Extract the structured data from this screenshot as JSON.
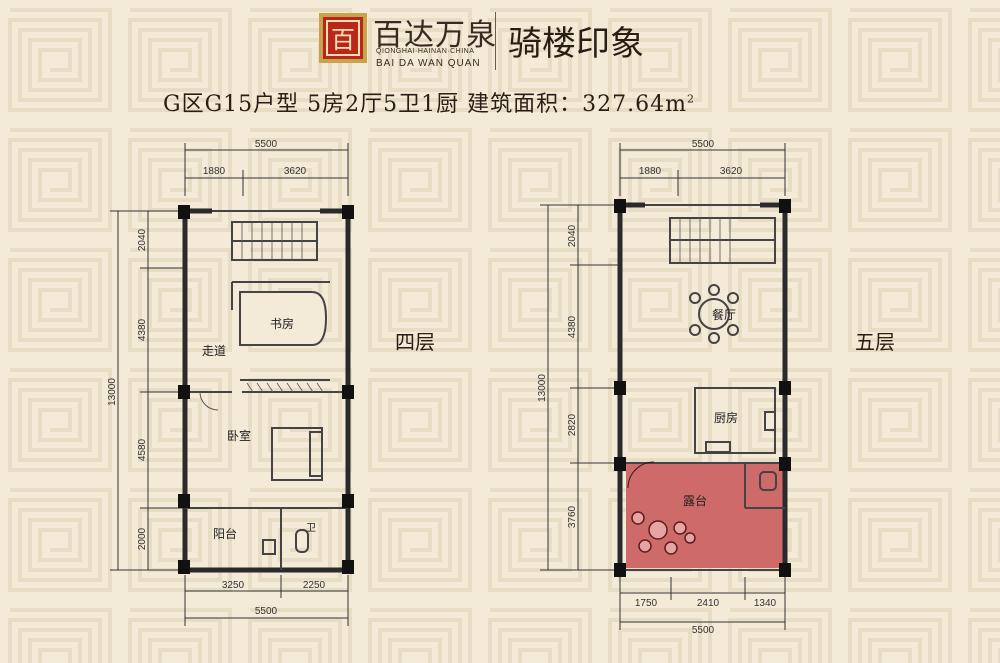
{
  "brand": {
    "name_cn": "百达万泉",
    "pinyin_line1": "QIONGHAI·HAINAN·CHINA",
    "pinyin_line2": "BAI DA WAN QUAN",
    "series_name": "骑楼印象",
    "logo_char": "百",
    "colors": {
      "logo_red": "#b8261c",
      "logo_gold": "#c9a34a"
    }
  },
  "title": {
    "text": "G区G15户型 5房2厅5卫1厨 建筑面积：327.64m",
    "unit_sup": "2"
  },
  "floor4": {
    "label": "四层",
    "dims_top": {
      "total": "5500",
      "left": "1880",
      "right": "3620"
    },
    "dims_left": {
      "total": "13000",
      "segments": [
        "2040",
        "4380",
        "4580",
        "2000"
      ]
    },
    "dims_bottom": {
      "total": "5500",
      "left": "3250",
      "right": "2250"
    },
    "rooms": {
      "study": "书房",
      "corridor": "走道",
      "bedroom": "卧室",
      "balcony": "阳台",
      "bath": "卫"
    }
  },
  "floor5": {
    "label": "五层",
    "dims_top": {
      "total": "5500",
      "left": "1880",
      "right": "3620"
    },
    "dims_left": {
      "total": "13000",
      "segments": [
        "2040",
        "4380",
        "2820",
        "3760"
      ]
    },
    "dims_bottom": {
      "total": "5500",
      "left": "1750",
      "mid": "2410",
      "right": "1340"
    },
    "rooms": {
      "dining": "餐厅",
      "kitchen": "厨房",
      "terrace": "露台"
    },
    "colors": {
      "terrace_fill": "#cf6a6a"
    }
  }
}
